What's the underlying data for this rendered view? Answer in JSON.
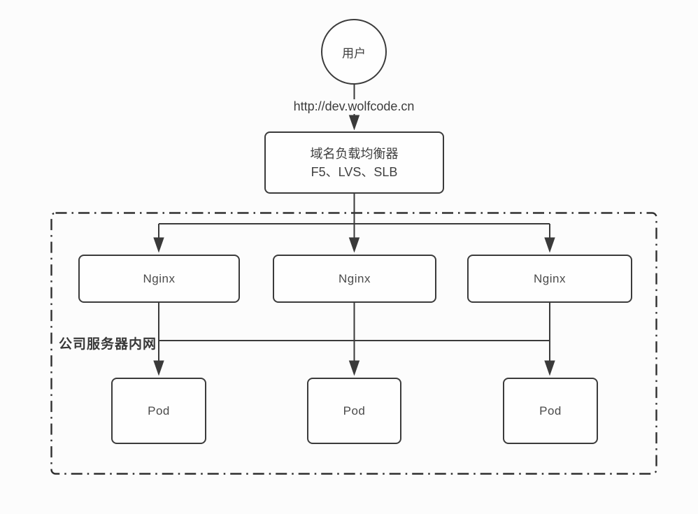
{
  "diagram": {
    "user_node": {
      "label": "用户"
    },
    "request_url": "http://dev.wolfcode.cn",
    "load_balancer": {
      "title": "域名负载均衡器",
      "subtitle": "F5、LVS、SLB"
    },
    "intranet": {
      "label": "公司服务器内网"
    },
    "nginx_nodes": [
      {
        "label": "Nginx"
      },
      {
        "label": "Nginx"
      },
      {
        "label": "Nginx"
      }
    ],
    "pod_nodes": [
      {
        "label": "Pod"
      },
      {
        "label": "Pod"
      },
      {
        "label": "Pod"
      }
    ],
    "colors": {
      "background": "#fcfcfc",
      "line": "#3a3a3a",
      "node_border": "#3b3b3b",
      "node_fill": "#fefefe",
      "text": "#3f3f3f"
    }
  }
}
